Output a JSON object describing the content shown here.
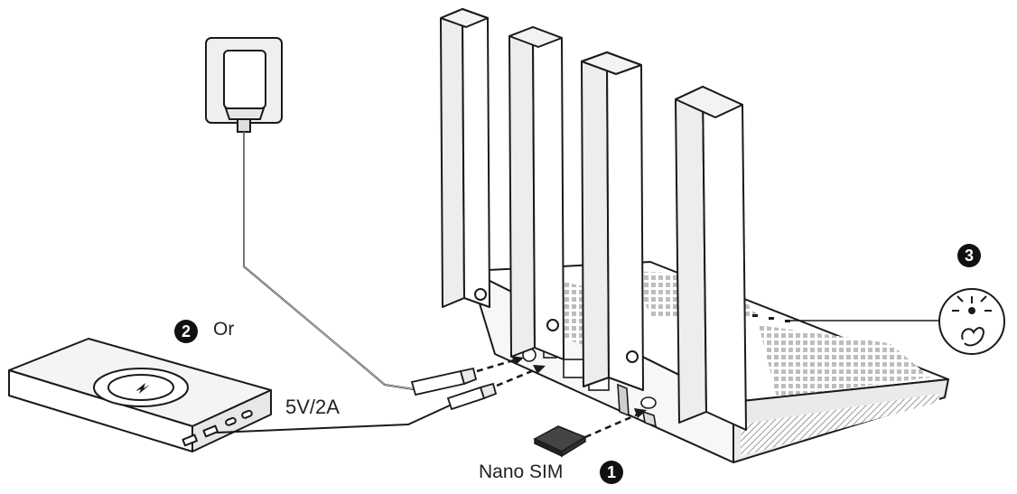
{
  "labels": {
    "or": "Or",
    "voltage": "5V/2A",
    "nano_sim": "Nano SIM"
  },
  "steps": {
    "step1": "1",
    "step2": "2",
    "step3": "3"
  },
  "colors": {
    "line": "#1a1a1a",
    "fill": "#ffffff",
    "shade": "#d9d9d9",
    "dark": "#222222"
  },
  "icons": [
    "power-adapter-icon",
    "power-bank-icon",
    "router-icon",
    "sim-card-icon",
    "indicator-light-icon"
  ]
}
